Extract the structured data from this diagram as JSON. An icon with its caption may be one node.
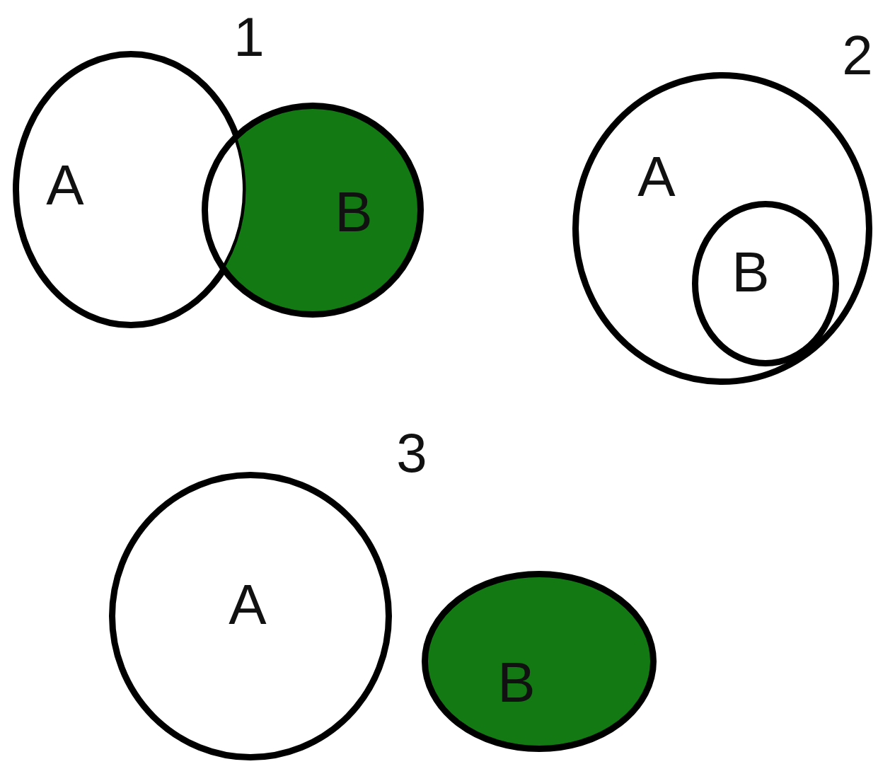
{
  "diagram": {
    "nodes": [
      {
        "text": [
          "A"
        ]
      },
      {
        "text": [
          "B"
        ]
      },
      {
        "text": [
          "A"
        ]
      },
      {
        "text": [
          "B"
        ],
        "in": 2
      },
      {
        "text": [
          "A"
        ]
      },
      {
        "text": [
          "B"
        ]
      }
    ],
    "labels": [
      "1",
      "2",
      "3"
    ]
  }
}
